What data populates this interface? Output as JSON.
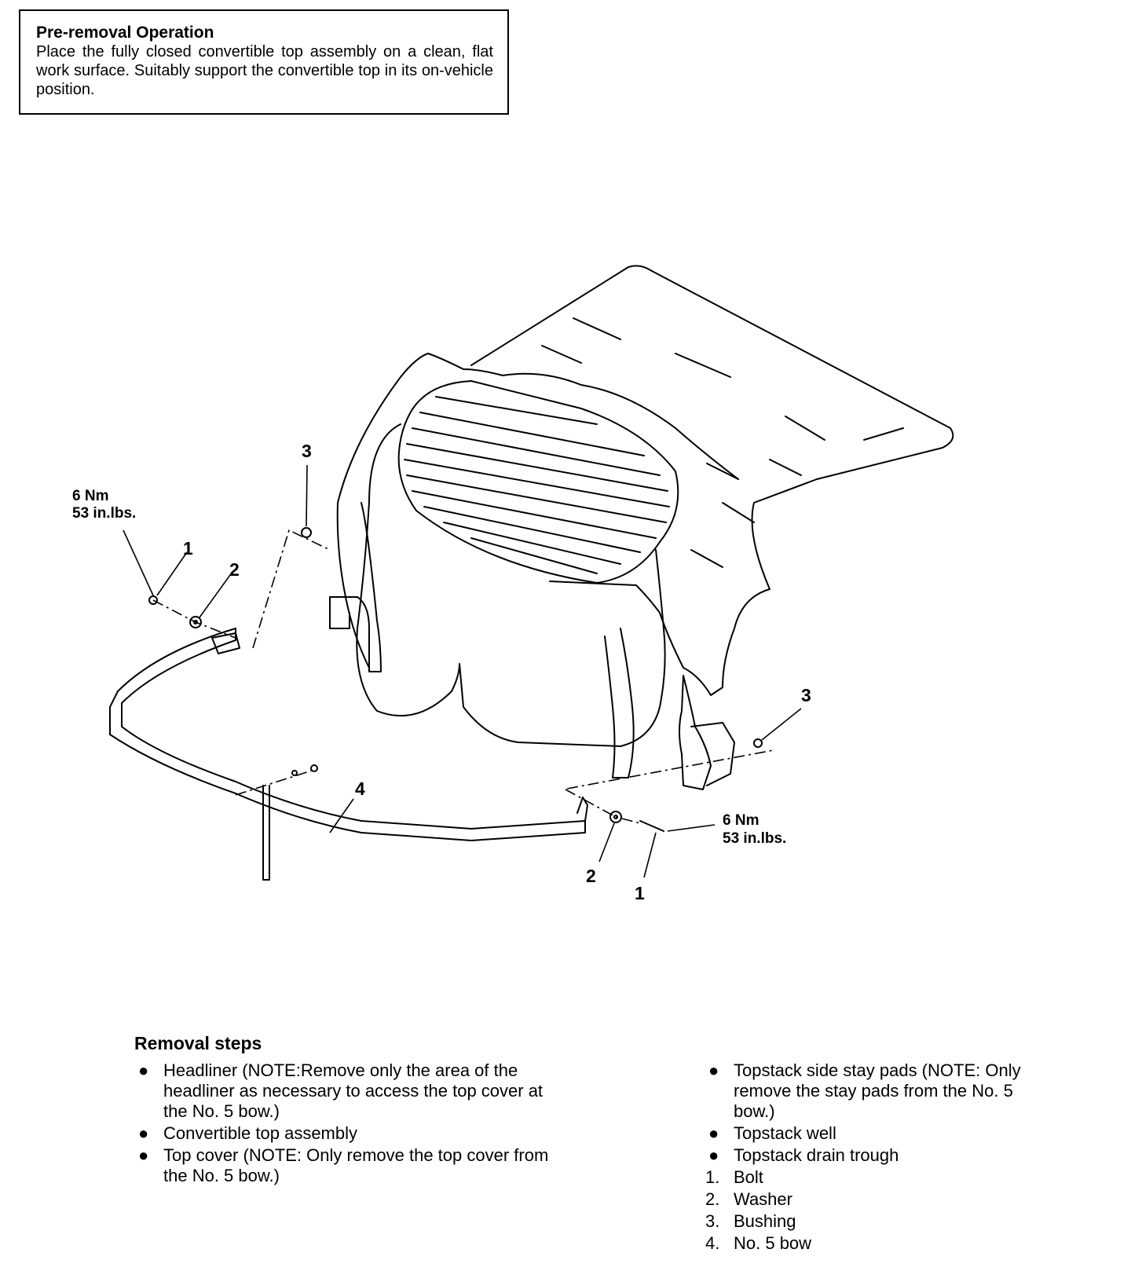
{
  "pre_removal": {
    "title": "Pre-removal Operation",
    "text": "Place the fully closed convertible top assembly on a clean, flat work surface. Suitably support the convertible top in its on-vehicle position."
  },
  "callouts": {
    "c1_left": "1",
    "c2_left": "2",
    "c3_left": "3",
    "c3_right": "3",
    "c4": "4",
    "c2_bottom": "2",
    "c1_bottom": "1"
  },
  "torque_left": {
    "nm": "6 Nm",
    "inlbs": "53 in.lbs."
  },
  "torque_right": {
    "nm": "6 Nm",
    "inlbs": "53 in.lbs."
  },
  "removal_steps": {
    "title": "Removal steps",
    "left": [
      {
        "marker": "●",
        "text": "Headliner (NOTE:Remove only the area of the headliner as necessary to access the top cover at the No. 5 bow.)"
      },
      {
        "marker": "●",
        "text": "Convertible top assembly"
      },
      {
        "marker": "●",
        "text": "Top cover (NOTE: Only remove the top cover from the No. 5 bow.)"
      }
    ],
    "right": [
      {
        "marker": "●",
        "text": "Topstack side stay pads (NOTE: Only remove the stay pads from the No. 5 bow.)"
      },
      {
        "marker": "●",
        "text": "Topstack well"
      },
      {
        "marker": "●",
        "text": "Topstack drain trough"
      },
      {
        "marker": "1.",
        "text": "Bolt"
      },
      {
        "marker": "2.",
        "text": "Washer"
      },
      {
        "marker": "3.",
        "text": "Bushing"
      },
      {
        "marker": "4.",
        "text": "No. 5 bow"
      }
    ]
  }
}
